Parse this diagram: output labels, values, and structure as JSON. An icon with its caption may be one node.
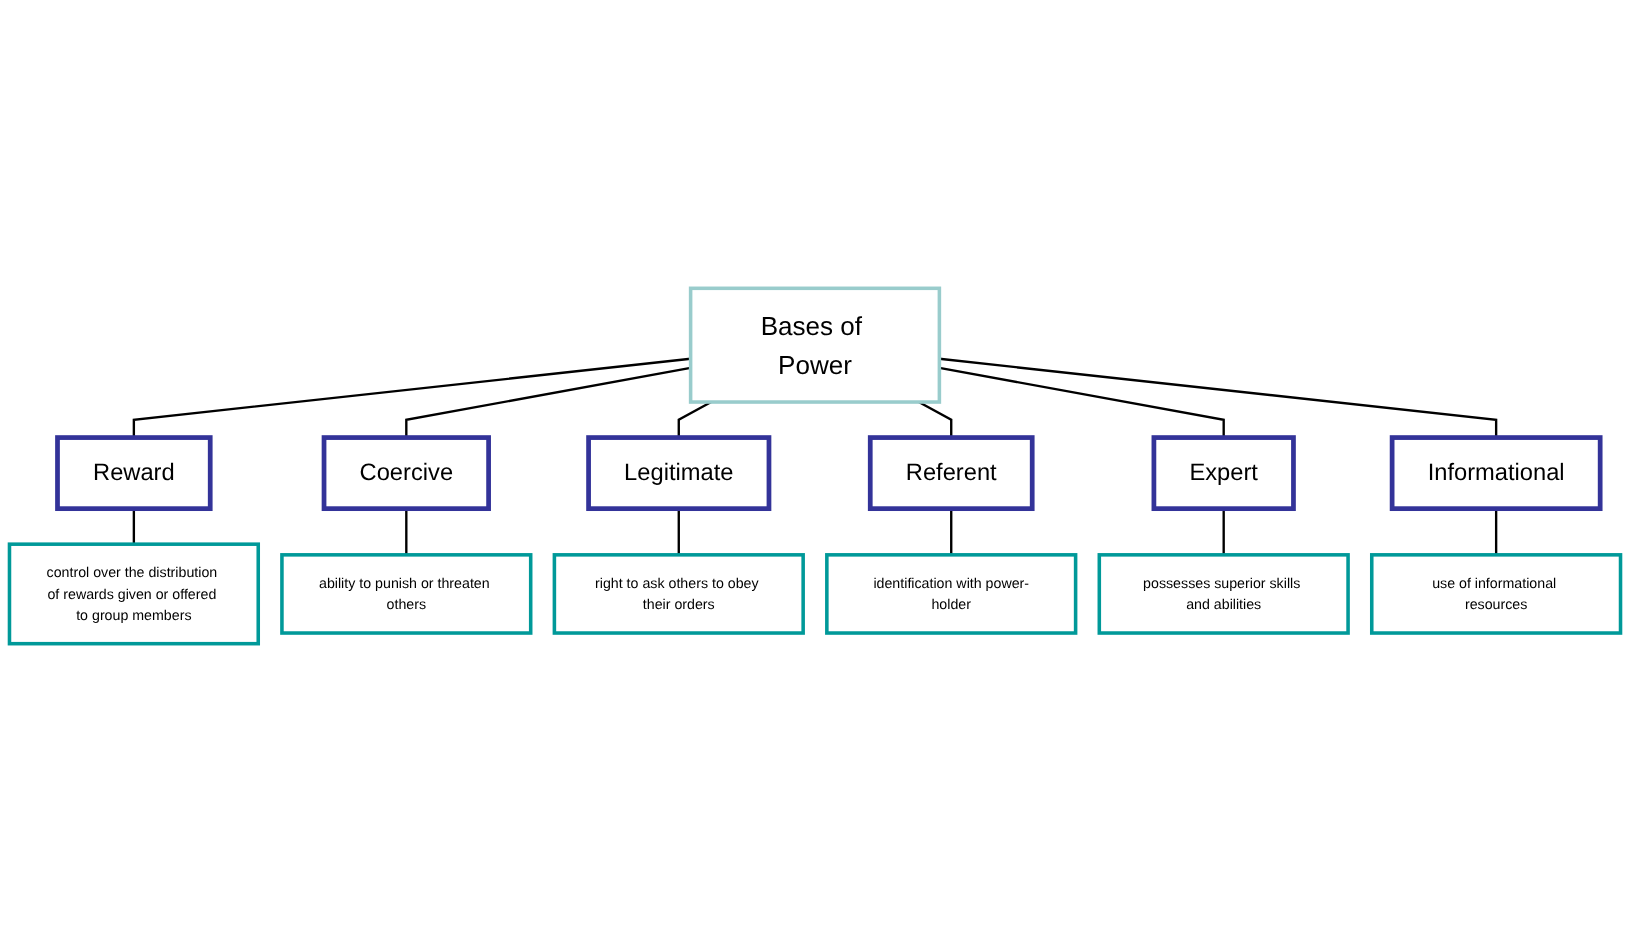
{
  "diagram": {
    "nodes": [
      {
        "text": [
          "Bases of Power"
        ]
      },
      {
        "text": [
          "Reward"
        ]
      },
      {
        "text": [
          "Coercive"
        ]
      },
      {
        "text": [
          "control over the distribution of rewards given or offered to group members"
        ]
      },
      {
        "text": [
          "ability to punish or threaten others"
        ]
      },
      {
        "text": [
          "Legitimate"
        ]
      },
      {
        "text": [
          "Referent"
        ]
      },
      {
        "text": [
          "right to ask others to obey their orders"
        ]
      },
      {
        "text": [
          "identification with power-holder"
        ]
      },
      {
        "text": [
          "Expert"
        ]
      },
      {
        "text": [
          "Informational"
        ]
      },
      {
        "text": [
          "possesses superior skills and abilities"
        ]
      },
      {
        "text": [
          "use of informational resources"
        ]
      }
    ],
    "edges": [
      {
        "from": 0,
        "to": 1,
        "arrow": "none"
      },
      {
        "from": 0,
        "to": 2,
        "arrow": "none"
      },
      {
        "from": 0,
        "to": 5,
        "arrow": "none"
      },
      {
        "from": 0,
        "to": 6,
        "arrow": "none"
      },
      {
        "from": 0,
        "to": 9,
        "arrow": "none"
      },
      {
        "from": 0,
        "to": 10,
        "arrow": "none"
      },
      {
        "from": 1,
        "to": 3,
        "arrow": "none"
      },
      {
        "from": 2,
        "to": 4,
        "arrow": "none"
      },
      {
        "from": 5,
        "to": 7,
        "arrow": "none"
      },
      {
        "from": 6,
        "to": 8,
        "arrow": "none"
      },
      {
        "from": 9,
        "to": 11,
        "arrow": "none"
      },
      {
        "from": 10,
        "to": 12,
        "arrow": "none"
      }
    ]
  }
}
